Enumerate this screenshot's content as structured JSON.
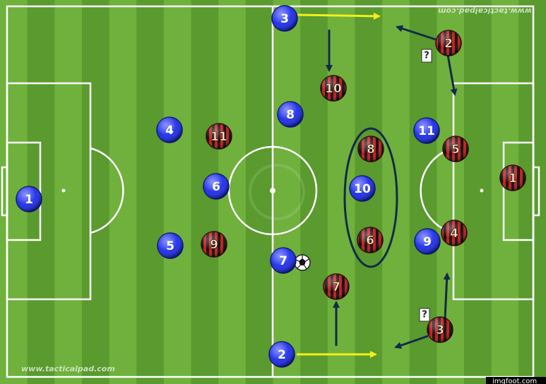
{
  "watermark_top": "www.tacticalpad.com",
  "watermark_bottom": "www.tacticalpad.com",
  "credit": "imgfoot.com",
  "colors": {
    "pitch_light": "#6fb13c",
    "pitch_dark": "#5a9a2e",
    "lines": "#ffffff",
    "blue_team": "#1f2fe6",
    "red_team": "#c41a1a",
    "black_stripe": "#111111",
    "arrow_yellow": "#f2ef1a",
    "arrow_navy": "#132a4a",
    "credit_bar": "#000000"
  },
  "blue_players": [
    {
      "id": "blue-1",
      "number": "1"
    },
    {
      "id": "blue-4",
      "number": "4"
    },
    {
      "id": "blue-6",
      "number": "6"
    },
    {
      "id": "blue-5",
      "number": "5"
    },
    {
      "id": "blue-3",
      "number": "3"
    },
    {
      "id": "blue-8",
      "number": "8"
    },
    {
      "id": "blue-7",
      "number": "7"
    },
    {
      "id": "blue-2",
      "number": "2"
    },
    {
      "id": "blue-10",
      "number": "10"
    },
    {
      "id": "blue-11",
      "number": "11"
    },
    {
      "id": "blue-9",
      "number": "9"
    }
  ],
  "red_players": [
    {
      "id": "red-11",
      "number": "11"
    },
    {
      "id": "red-9",
      "number": "9"
    },
    {
      "id": "red-10",
      "number": "10"
    },
    {
      "id": "red-8",
      "number": "8"
    },
    {
      "id": "red-6",
      "number": "6"
    },
    {
      "id": "red-7",
      "number": "7"
    },
    {
      "id": "red-2",
      "number": "2"
    },
    {
      "id": "red-5",
      "number": "5"
    },
    {
      "id": "red-4",
      "number": "4"
    },
    {
      "id": "red-3",
      "number": "3"
    },
    {
      "id": "red-1",
      "number": "1"
    }
  ],
  "question_marks": [
    "?",
    "?"
  ],
  "icons": [
    "soccer-ball-icon",
    "arrow-icon",
    "ellipse-highlight"
  ]
}
